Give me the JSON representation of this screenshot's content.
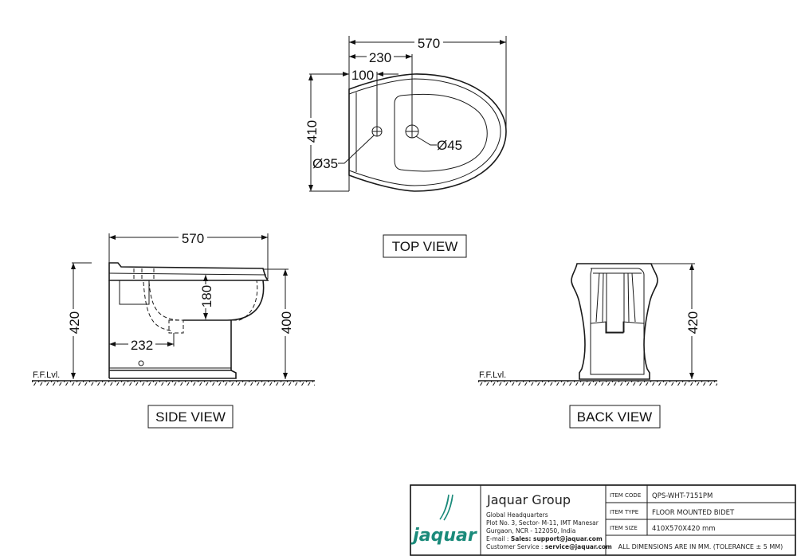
{
  "top_view": {
    "label": "TOP VIEW",
    "dims": {
      "overall_length": "570",
      "to_main_hole": "230",
      "to_tap_hole": "100",
      "width": "410",
      "tap_hole_dia": "Ø35",
      "main_hole_dia": "Ø45"
    }
  },
  "side_view": {
    "label": "SIDE VIEW",
    "dims": {
      "overall_length": "570",
      "height": "420",
      "rim_height": "400",
      "bowl_depth": "180",
      "outlet_distance": "232"
    },
    "floor_label": "F.F.Lvl."
  },
  "back_view": {
    "label": "BACK  VIEW",
    "dims": {
      "height": "420"
    },
    "floor_label": "F.F.Lvl."
  },
  "title_block": {
    "logo_text": "jaquar",
    "company": "Jaquar Group",
    "address": [
      "Global Headquarters",
      "Plot No. 3, Sector- M-11, IMT Manesar",
      "Gurgaon, NCR - 122050, India"
    ],
    "email_label": "E-mail : ",
    "email_value": "Sales: support@jaquar.com",
    "service_label": "Customer Service : ",
    "service_value": "service@jaquar.com",
    "rows": [
      {
        "label": "ITEM  CODE",
        "value": "QPS-WHT-7151PM"
      },
      {
        "label": "ITEM  TYPE",
        "value": "FLOOR MOUNTED BIDET"
      },
      {
        "label": "ITEM  SIZE",
        "value": "410X570X420 mm"
      }
    ],
    "note": "ALL DIMENSIONS ARE IN MM. (TOLERANCE ± 5 MM)",
    "brand_color": "#1a8a7a"
  }
}
